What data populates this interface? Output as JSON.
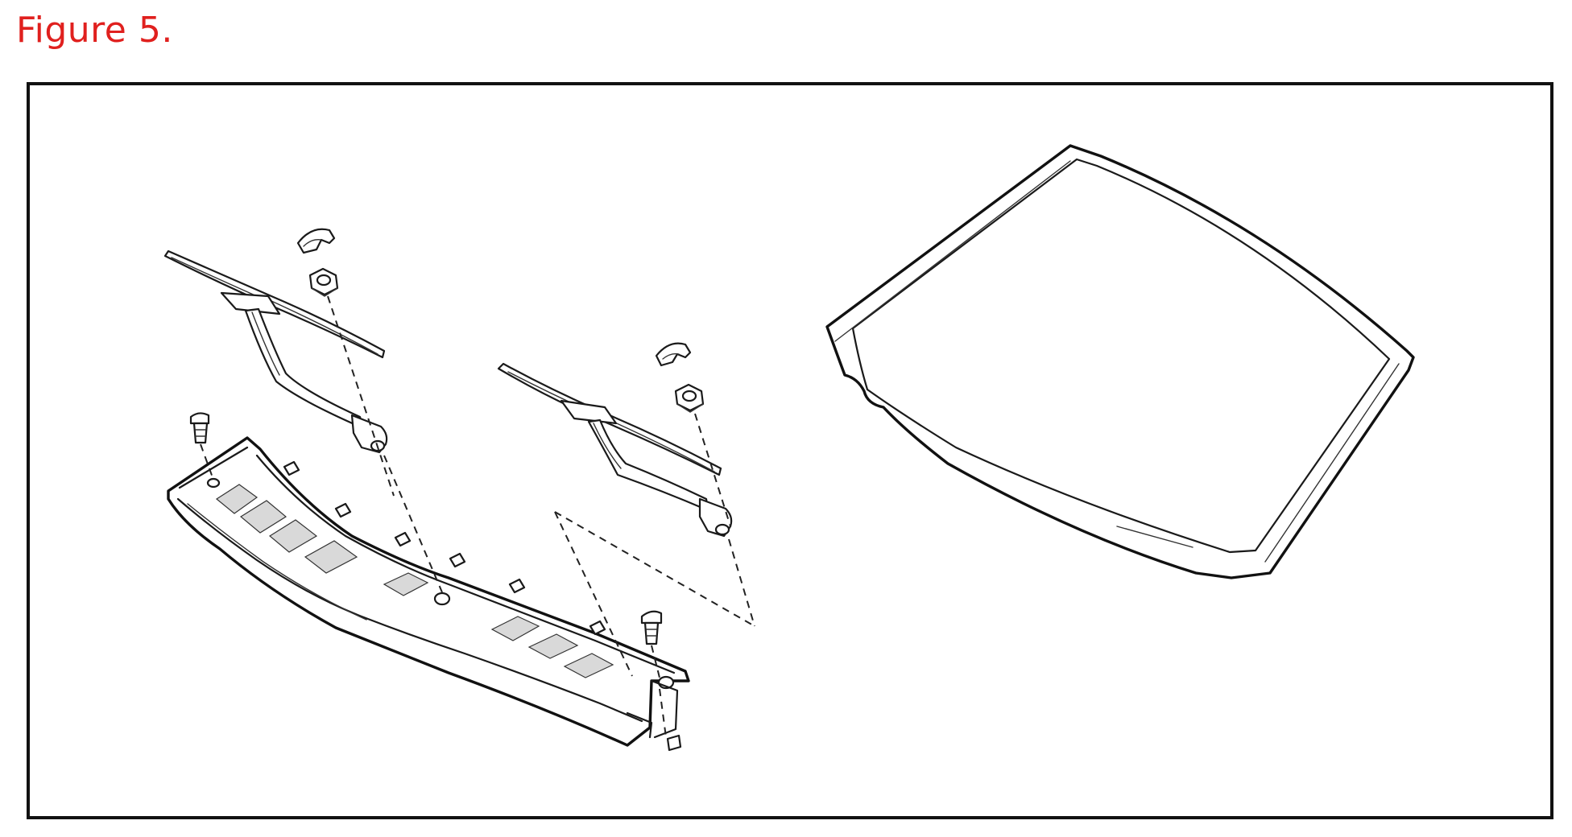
{
  "figure": {
    "title": "Figure 5.",
    "title_color": "#e0201e",
    "frame_color": "#111111"
  },
  "diagram": {
    "parts": [
      "wiper-arm-left",
      "wiper-arm-right",
      "pivot-cap-left",
      "pivot-cap-right",
      "pivot-nut-left",
      "pivot-nut-right",
      "cowl-top-panel",
      "cowl-clip-left",
      "cowl-clip-right",
      "windshield-glass"
    ]
  }
}
